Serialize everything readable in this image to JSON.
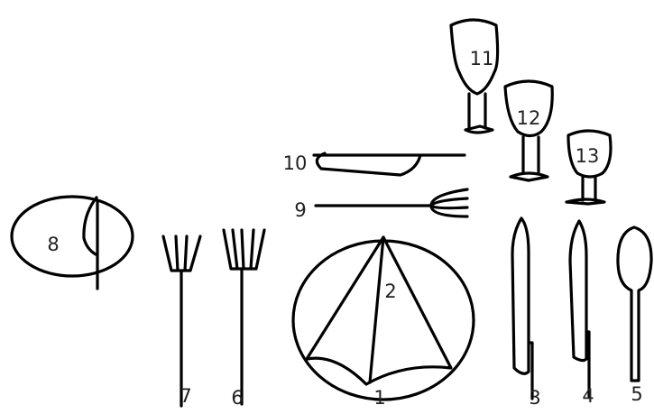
{
  "items": [
    {
      "number": "1",
      "drawing": "dinner plate"
    },
    {
      "number": "2",
      "drawing": "folded napkin"
    },
    {
      "number": "3",
      "drawing": "knife"
    },
    {
      "number": "4",
      "drawing": "knife"
    },
    {
      "number": "5",
      "drawing": "spoon"
    },
    {
      "number": "6",
      "drawing": "fork"
    },
    {
      "number": "7",
      "drawing": "fork"
    },
    {
      "number": "8",
      "drawing": "bread plate with butter knife"
    },
    {
      "number": "9",
      "drawing": "dessert fork"
    },
    {
      "number": "10",
      "drawing": "dessert knife"
    },
    {
      "number": "11",
      "drawing": "glass"
    },
    {
      "number": "12",
      "drawing": "glass"
    },
    {
      "number": "13",
      "drawing": "glass"
    }
  ]
}
